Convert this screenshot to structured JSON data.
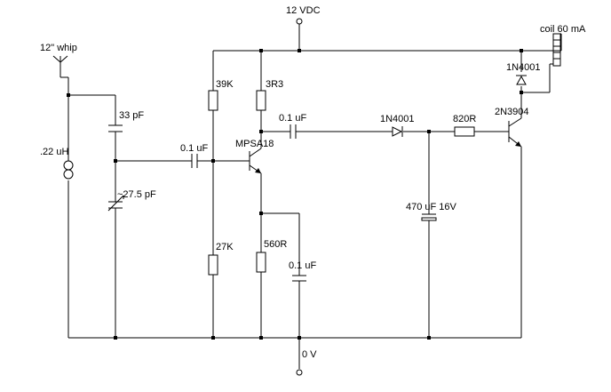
{
  "labels": {
    "supply": "12 VDC",
    "ground": "0 V",
    "antenna": "12\" whip",
    "coil_load": "coil 60 mA",
    "d_top": "1N4001",
    "d_mid": "1N4001",
    "c_ant": "33 pF",
    "inductor": ".22 uH",
    "c_var": "~27.5 pF",
    "c_in": "0.1 uF",
    "r_39k": "39K",
    "r_27k": "27K",
    "q1": "MPSA18",
    "r_3r3": "3R3",
    "r_560": "560R",
    "c_emit": "0.1 uF",
    "c_out": "0.1 uF",
    "c_470": "470 uF 16V",
    "r_820": "820R",
    "q2": "2N3904"
  }
}
